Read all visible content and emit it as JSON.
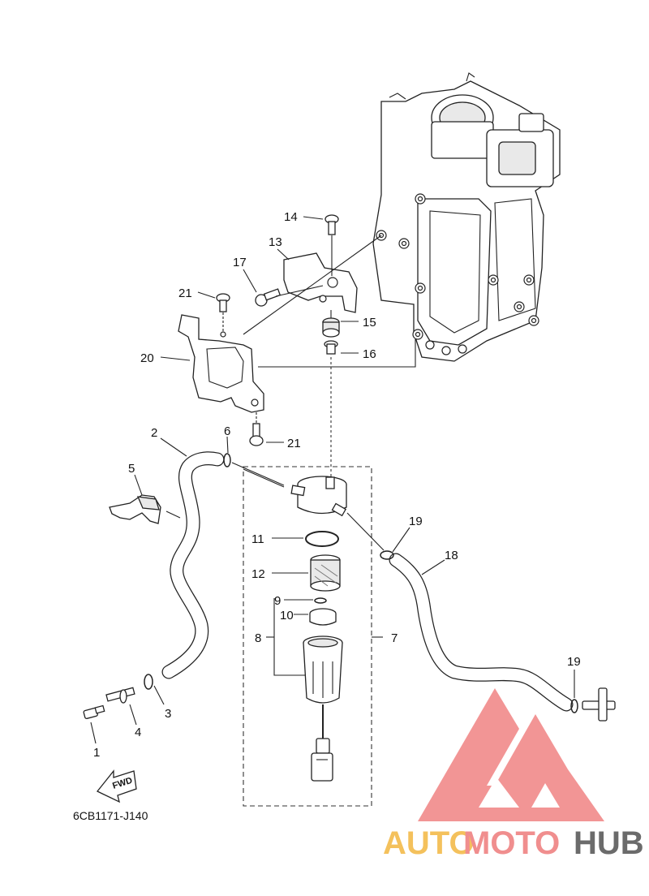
{
  "callouts": [
    {
      "id": "c1",
      "text": "1"
    },
    {
      "id": "c2",
      "text": "2"
    },
    {
      "id": "c3",
      "text": "3"
    },
    {
      "id": "c4",
      "text": "4"
    },
    {
      "id": "c5",
      "text": "5"
    },
    {
      "id": "c6",
      "text": "6"
    },
    {
      "id": "c7",
      "text": "7"
    },
    {
      "id": "c8",
      "text": "8"
    },
    {
      "id": "c9",
      "text": "9"
    },
    {
      "id": "c10",
      "text": "10"
    },
    {
      "id": "c11",
      "text": "11"
    },
    {
      "id": "c12",
      "text": "12"
    },
    {
      "id": "c13",
      "text": "13"
    },
    {
      "id": "c14",
      "text": "14"
    },
    {
      "id": "c15",
      "text": "15"
    },
    {
      "id": "c16",
      "text": "16"
    },
    {
      "id": "c17",
      "text": "17"
    },
    {
      "id": "c18",
      "text": "18"
    },
    {
      "id": "c19a",
      "text": "19"
    },
    {
      "id": "c19b",
      "text": "19"
    },
    {
      "id": "c20",
      "text": "20"
    },
    {
      "id": "c21a",
      "text": "21"
    },
    {
      "id": "c21b",
      "text": "21"
    }
  ],
  "fwd_label": "FWD",
  "diagram_code": "6CB1171-J140",
  "watermark": {
    "part1": "AUTO",
    "part2": "MOTO",
    "part3": "HUB"
  },
  "colors": {
    "watermark_red": "#e84040",
    "watermark_yellow": "#f4c15c",
    "watermark_gray": "#6b6b6b",
    "line": "#222222"
  }
}
